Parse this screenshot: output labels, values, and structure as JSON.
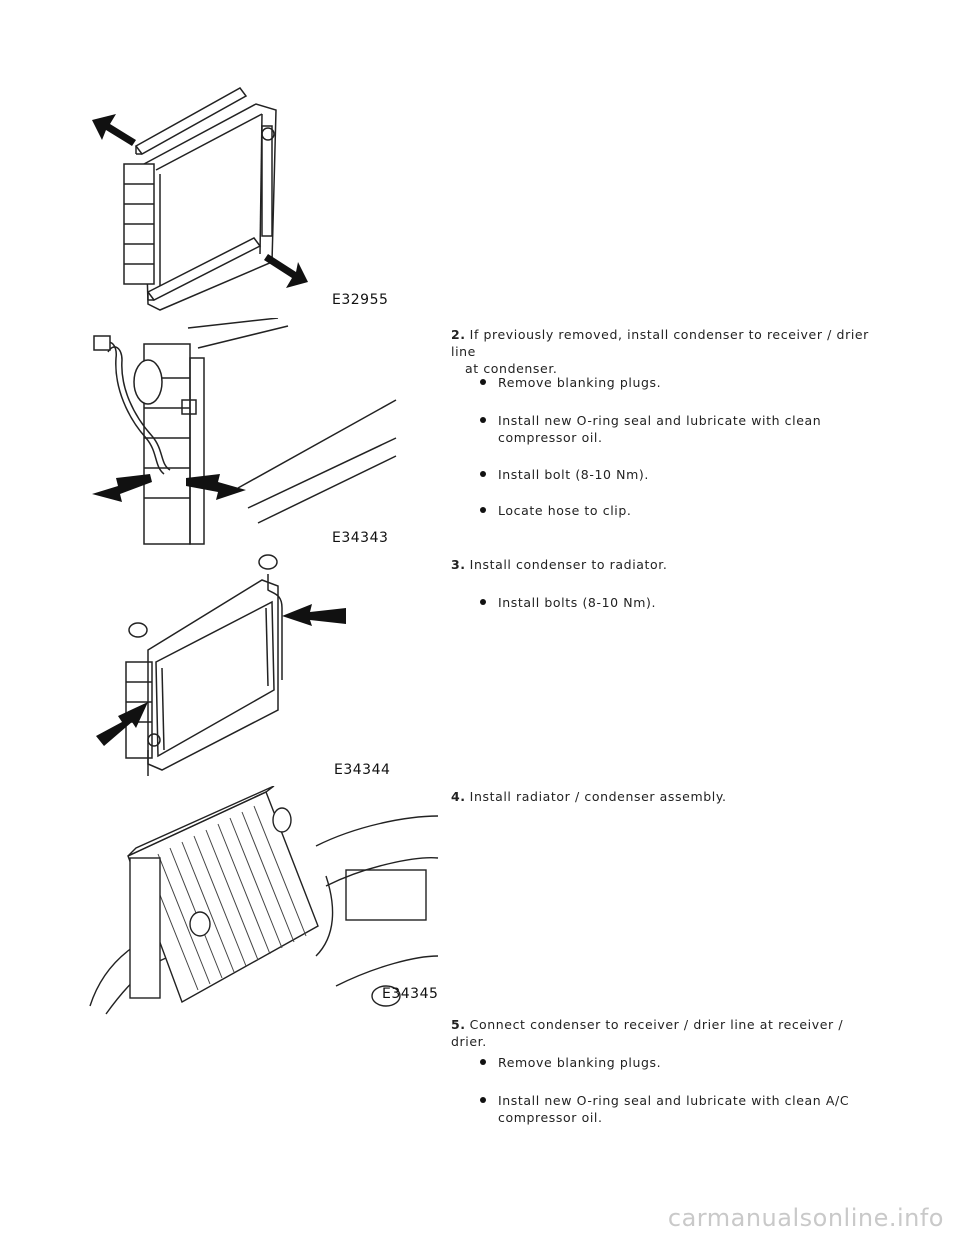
{
  "figures": [
    {
      "label": "E32955"
    },
    {
      "label": "E34343"
    },
    {
      "label": "E34344"
    },
    {
      "label": "E34345"
    }
  ],
  "steps": [
    {
      "number": "2.",
      "text_line1": "If previously removed, install condenser to receiver / drier line",
      "text_line2": "at condenser.",
      "bullets": [
        {
          "line1": "Remove blanking plugs.",
          "line2": ""
        },
        {
          "line1": "Install new O-ring seal and lubricate with clean",
          "line2": "compressor oil."
        },
        {
          "line1": "Install bolt (8-10 Nm).",
          "line2": ""
        },
        {
          "line1": "Locate hose to clip.",
          "line2": ""
        }
      ]
    },
    {
      "number": "3.",
      "text_line1": "Install condenser to radiator.",
      "bullets": [
        {
          "line1": "Install bolts (8-10 Nm).",
          "line2": ""
        }
      ]
    },
    {
      "number": "4.",
      "text_line1": "Install radiator / condenser assembly."
    },
    {
      "number": "5.",
      "text_line1": "Connect condenser to receiver / drier line at receiver / drier.",
      "bullets": [
        {
          "line1": "Remove blanking plugs.",
          "line2": ""
        },
        {
          "line1": "Install new O-ring seal and lubricate with clean A/C",
          "line2": "compressor oil."
        }
      ]
    }
  ],
  "watermark": "carmanualsonline.info"
}
